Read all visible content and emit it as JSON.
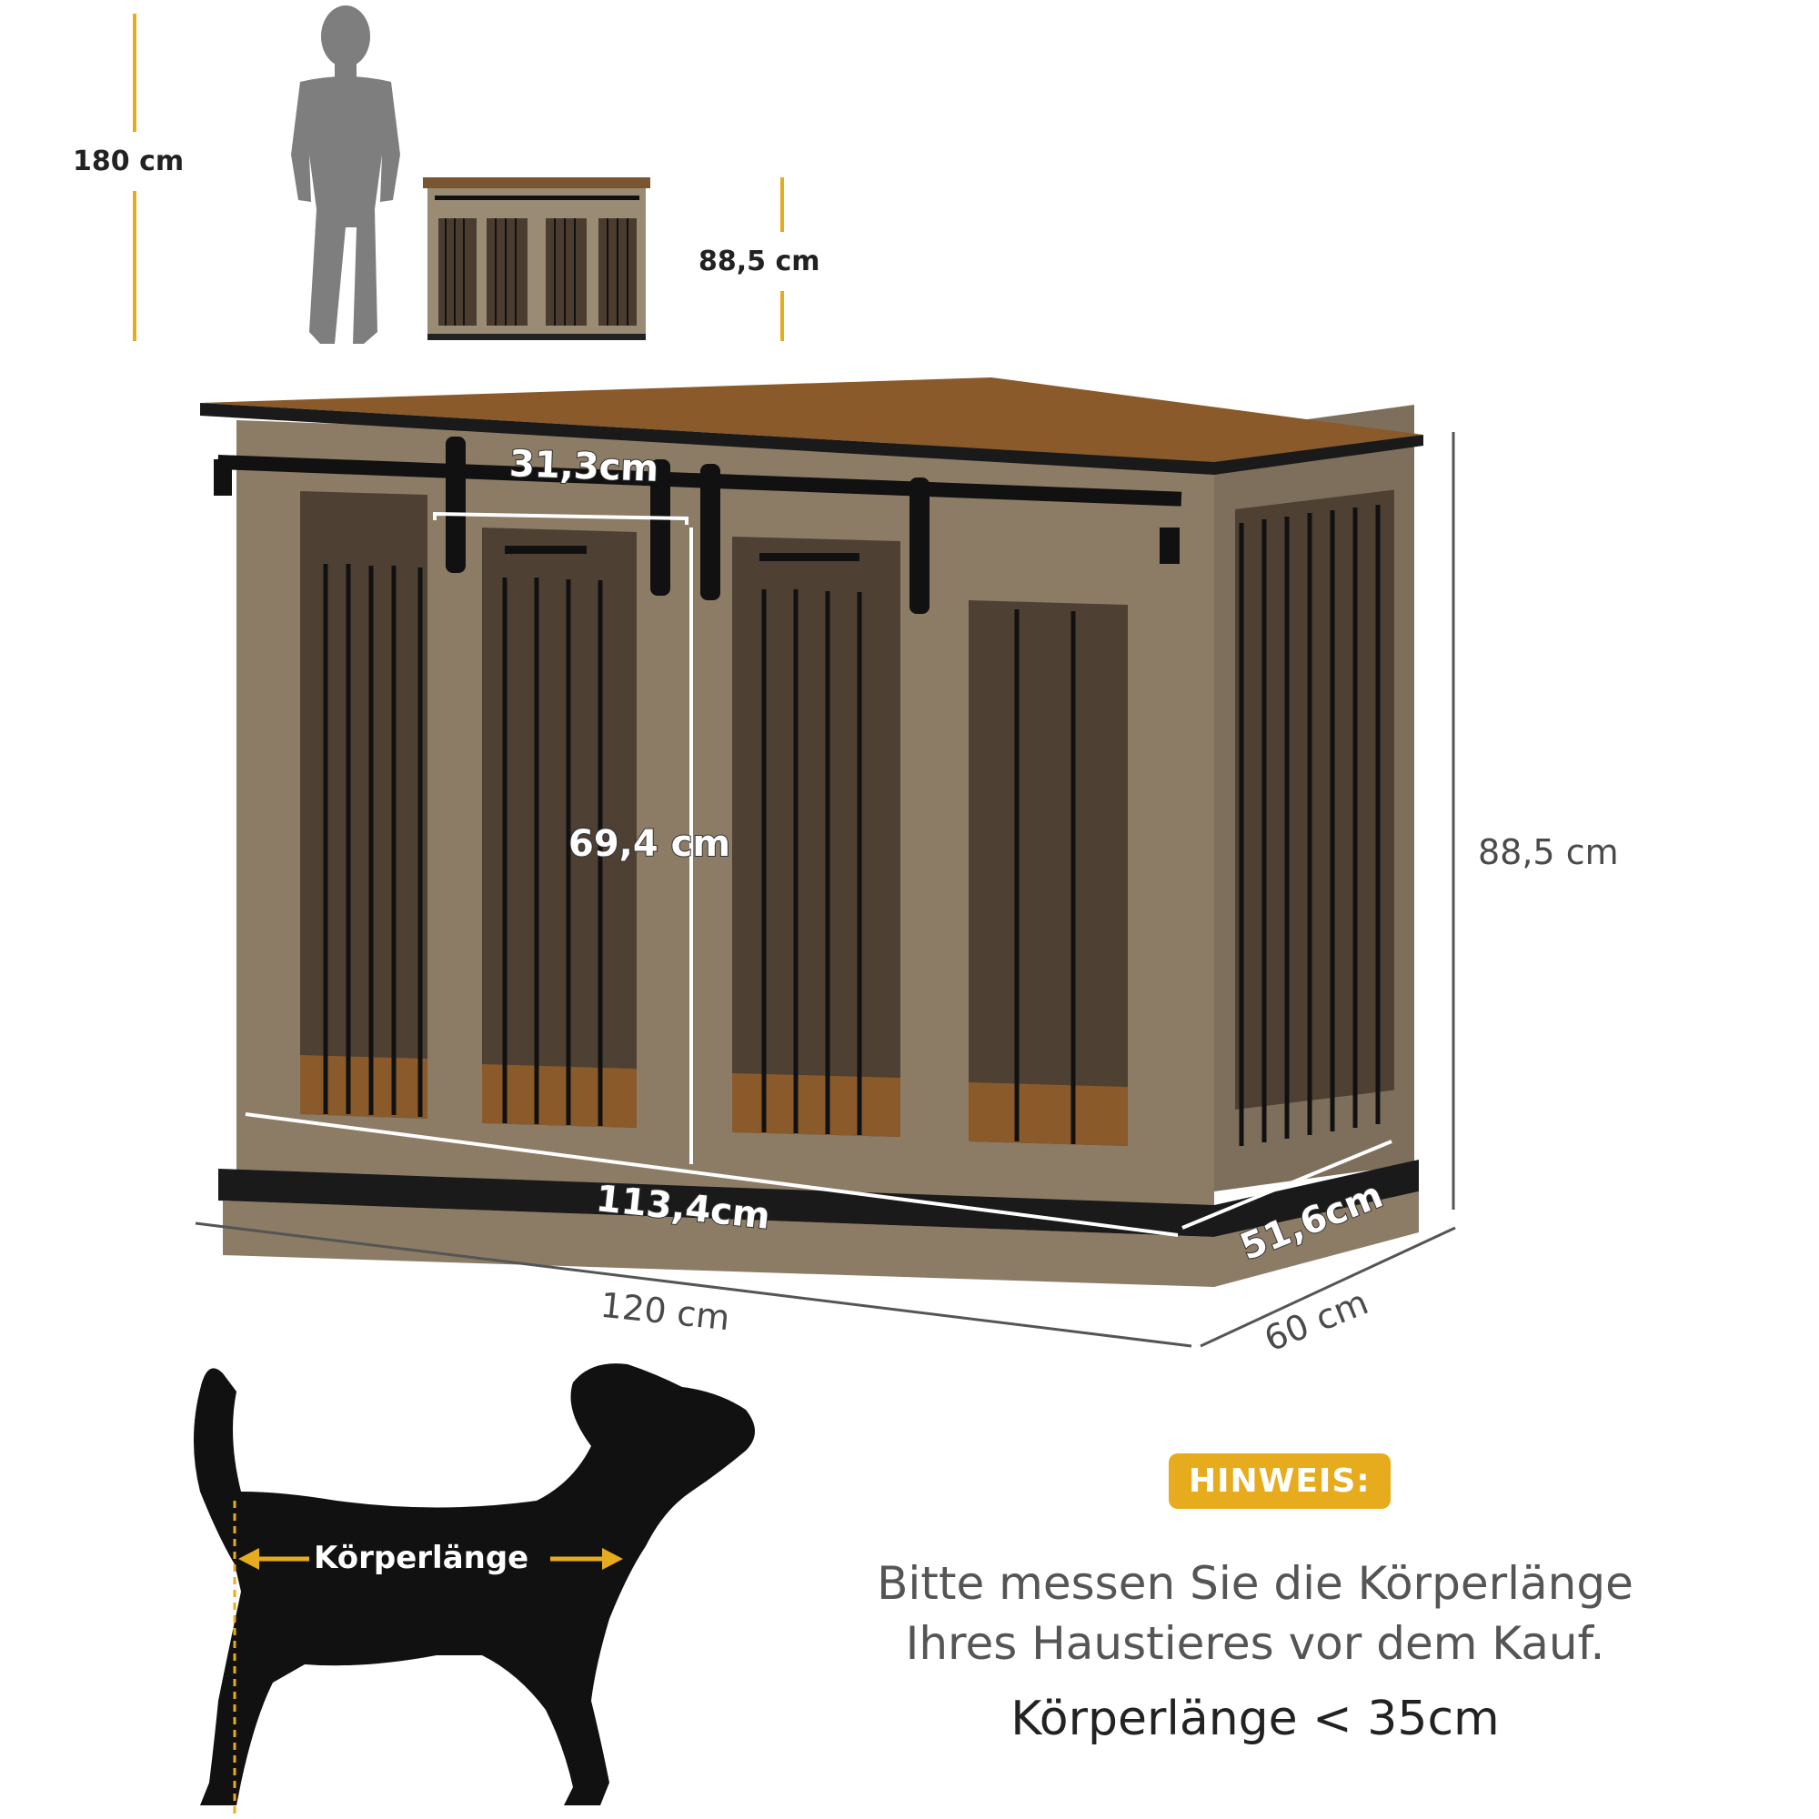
{
  "scale": {
    "person_height": "180 cm",
    "crate_small_height": "88,5 cm"
  },
  "dimensions": {
    "outer_height": "88,5 cm",
    "outer_width": "120 cm",
    "outer_depth": "60 cm",
    "inner_door_width": "31,3cm",
    "inner_height": "69,4 cm",
    "inner_width": "113,4cm",
    "inner_depth": "51,6cm"
  },
  "note": {
    "badge": "HINWEIS:",
    "line1": "Bitte messen Sie die Körperlänge",
    "line2": "Ihres Haustieres vor dem Kauf.",
    "limit": "Körperlänge < 35cm"
  },
  "dog": {
    "label": "Körperlänge"
  },
  "colors": {
    "accent": "#e7ac1d",
    "wood": "#8c7c66",
    "top": "#8a5a2b",
    "metal": "#111111"
  }
}
